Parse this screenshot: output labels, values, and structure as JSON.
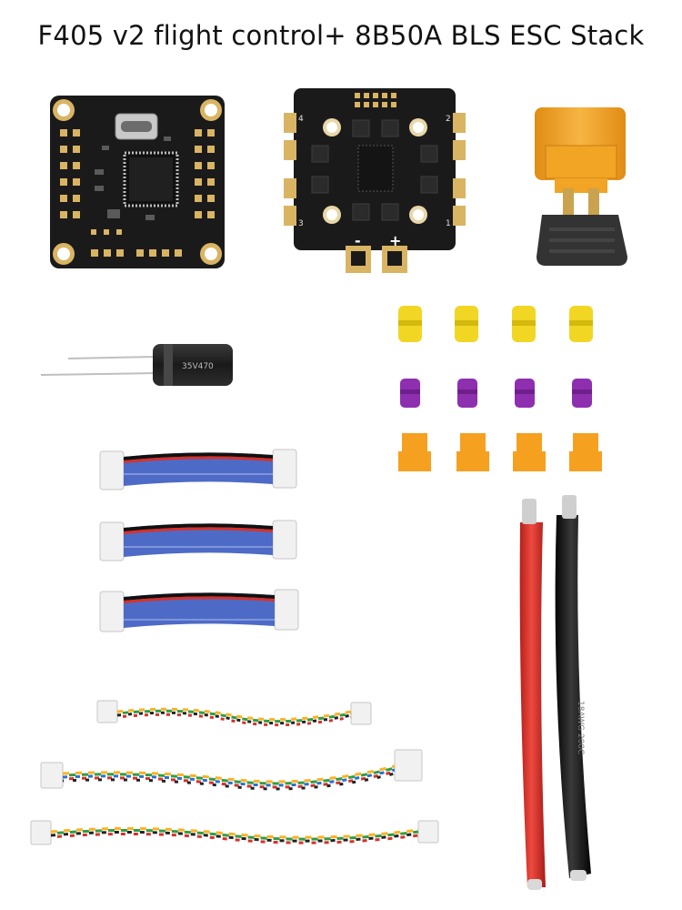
{
  "title": "F405 v2 flight control+ 8B50A BLS ESC Stack",
  "items": {
    "flight_controller": {
      "name": "F405 v2 flight controller"
    },
    "esc": {
      "name": "8B50A BLS ESC",
      "motor_numbers": [
        "1",
        "2",
        "3",
        "4"
      ],
      "polarity": [
        "-",
        "+"
      ]
    },
    "xt60": {
      "name": "XT60 connector"
    },
    "capacitor": {
      "name": "capacitor",
      "print": "35V470"
    },
    "grommets": {
      "yellow_count": 4,
      "purple_count": 4,
      "orange_count": 4
    },
    "ribbon_cables": {
      "count": 3
    },
    "twisted_cables": {
      "count": 3
    },
    "power_wires": {
      "colors": [
        "red",
        "black"
      ],
      "print": "18AWG 200C"
    }
  },
  "colors": {
    "pcb": "#1b1a1a",
    "gold": "#d9b463",
    "xt60": "#f2a425",
    "yellow": "#f1d624",
    "purple": "#8e2fb0",
    "orange": "#f6a020",
    "ribbon_blue": "#4f6cc8",
    "red_wire": "#d8312a",
    "black_wire": "#1c1c1c"
  }
}
